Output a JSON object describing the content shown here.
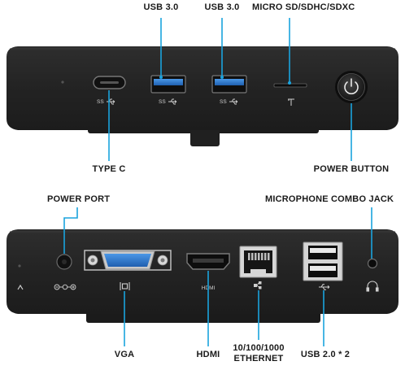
{
  "colors": {
    "callout": "#1aa3dd",
    "device": "#262626",
    "device_edge": "#3a3a3a",
    "port_blue": "#2f7fd1"
  },
  "top_device": {
    "labels": {
      "usb3_a": "USB 3.0",
      "usb3_b": "USB 3.0",
      "sd": "MICRO SD/SDHC/SDXC",
      "type_c": "TYPE C",
      "power_button": "POWER BUTTON"
    },
    "port_markings": {
      "type_c": "SS",
      "usb_a": "SS",
      "usb_b": "SS"
    }
  },
  "bottom_device": {
    "labels": {
      "power_port": "POWER PORT",
      "mic_jack": "MICROPHONE COMBO JACK",
      "vga": "VGA",
      "hdmi": "HDMI",
      "ethernet_line1": "10/100/1000",
      "ethernet_line2": "ETHERNET",
      "usb2": "USB 2.0 * 2"
    },
    "port_markings": {
      "hdmi": "HDMI"
    }
  },
  "icons": [
    "usb-symbol-icon",
    "sd-card-icon",
    "power-icon",
    "dc-polarity-icon",
    "vga-monitor-icon",
    "ethernet-network-icon",
    "headphone-icon",
    "kensington-lock-icon"
  ]
}
